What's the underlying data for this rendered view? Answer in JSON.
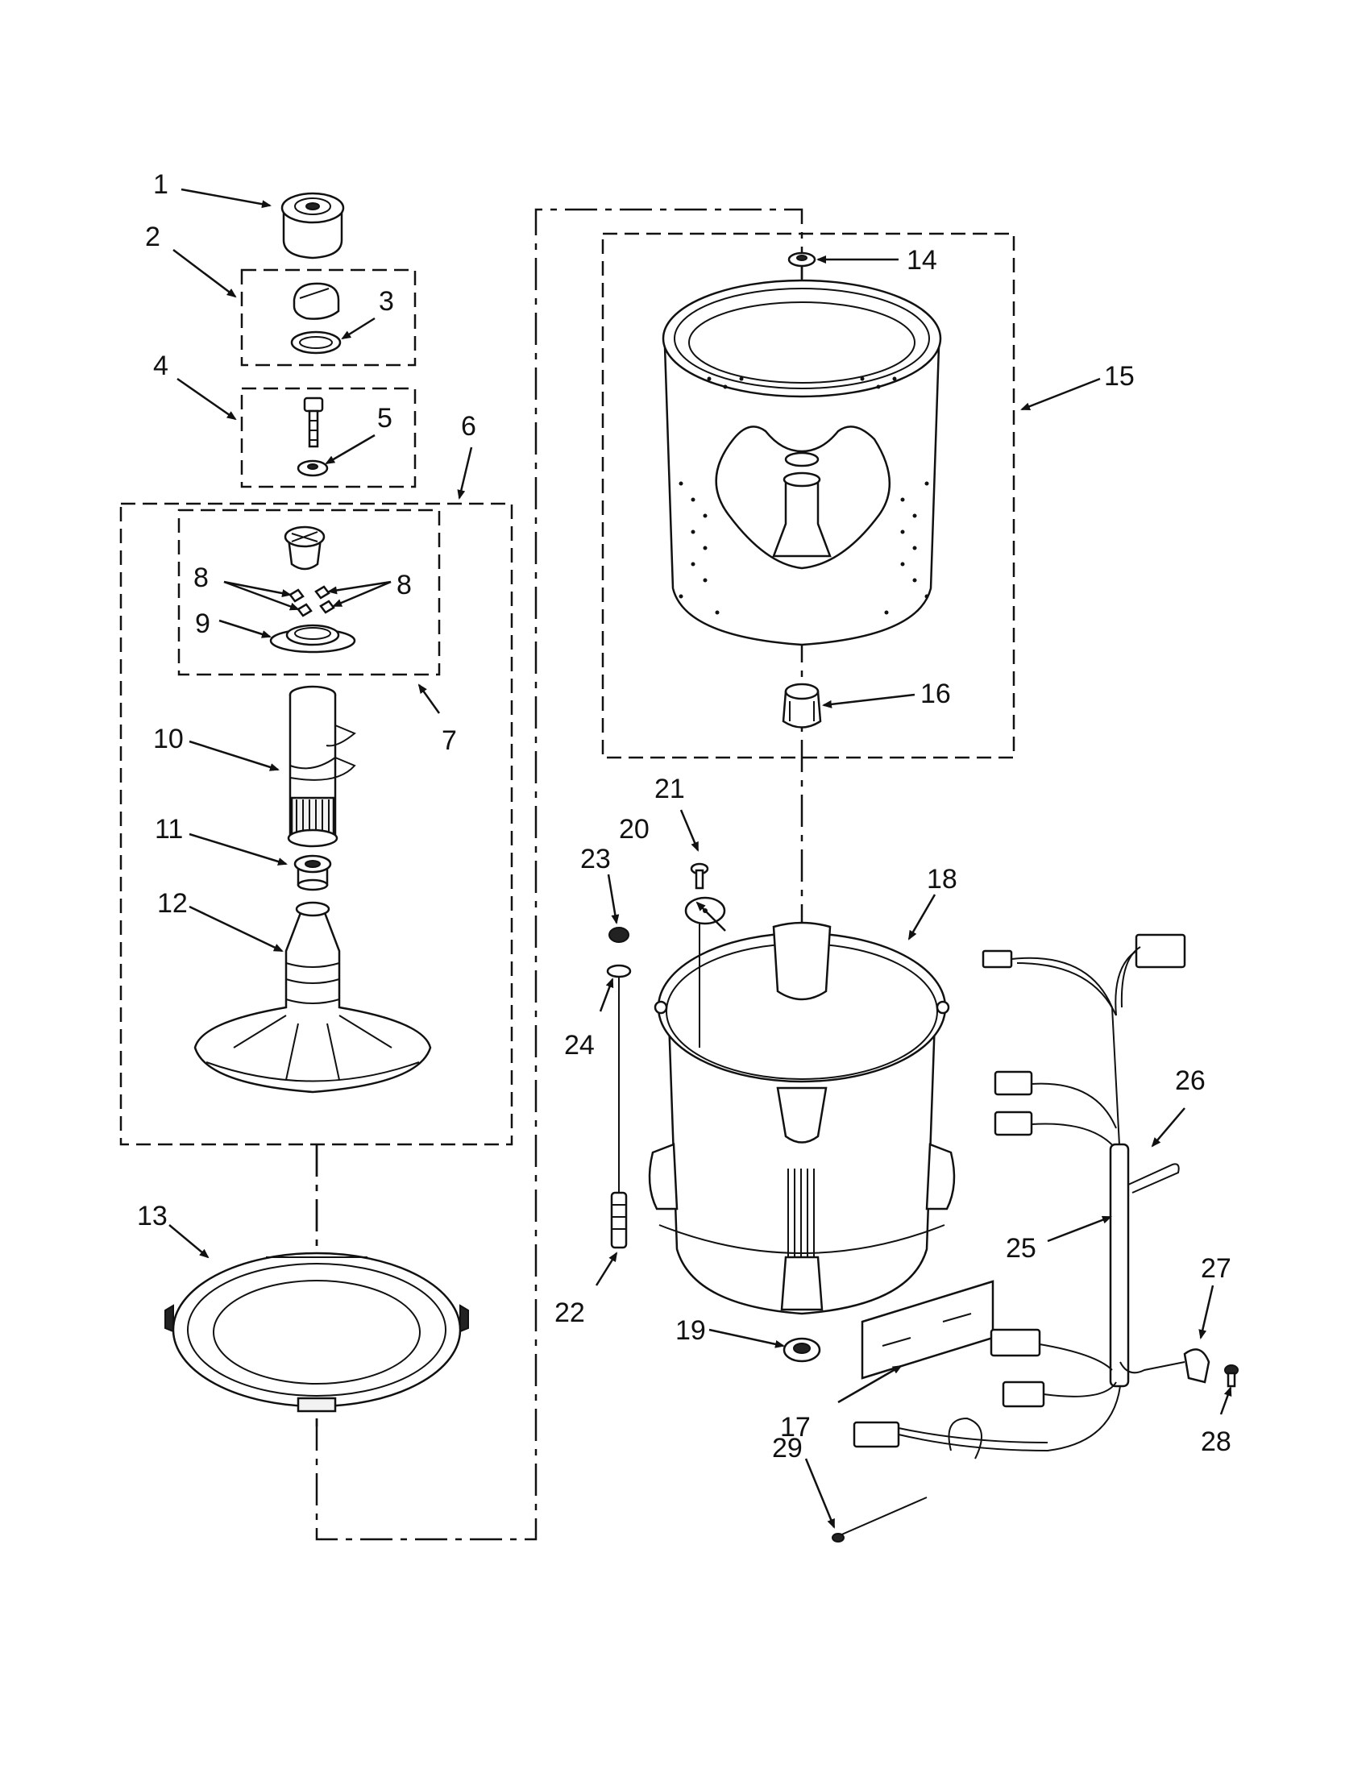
{
  "callouts": {
    "c1": "1",
    "c2": "2",
    "c3": "3",
    "c4": "4",
    "c5": "5",
    "c6": "6",
    "c7": "7",
    "c8a": "8",
    "c8b": "8",
    "c9": "9",
    "c10": "10",
    "c11": "11",
    "c12": "12",
    "c13": "13",
    "c14": "14",
    "c15": "15",
    "c16": "16",
    "c17": "17",
    "c18": "18",
    "c19": "19",
    "c20": "20",
    "c21": "21",
    "c22": "22",
    "c23": "23",
    "c24": "24",
    "c25": "25",
    "c26": "26",
    "c27": "27",
    "c28": "28",
    "c29": "29"
  },
  "colors": {
    "ink": "#111111",
    "paper": "#ffffff"
  }
}
